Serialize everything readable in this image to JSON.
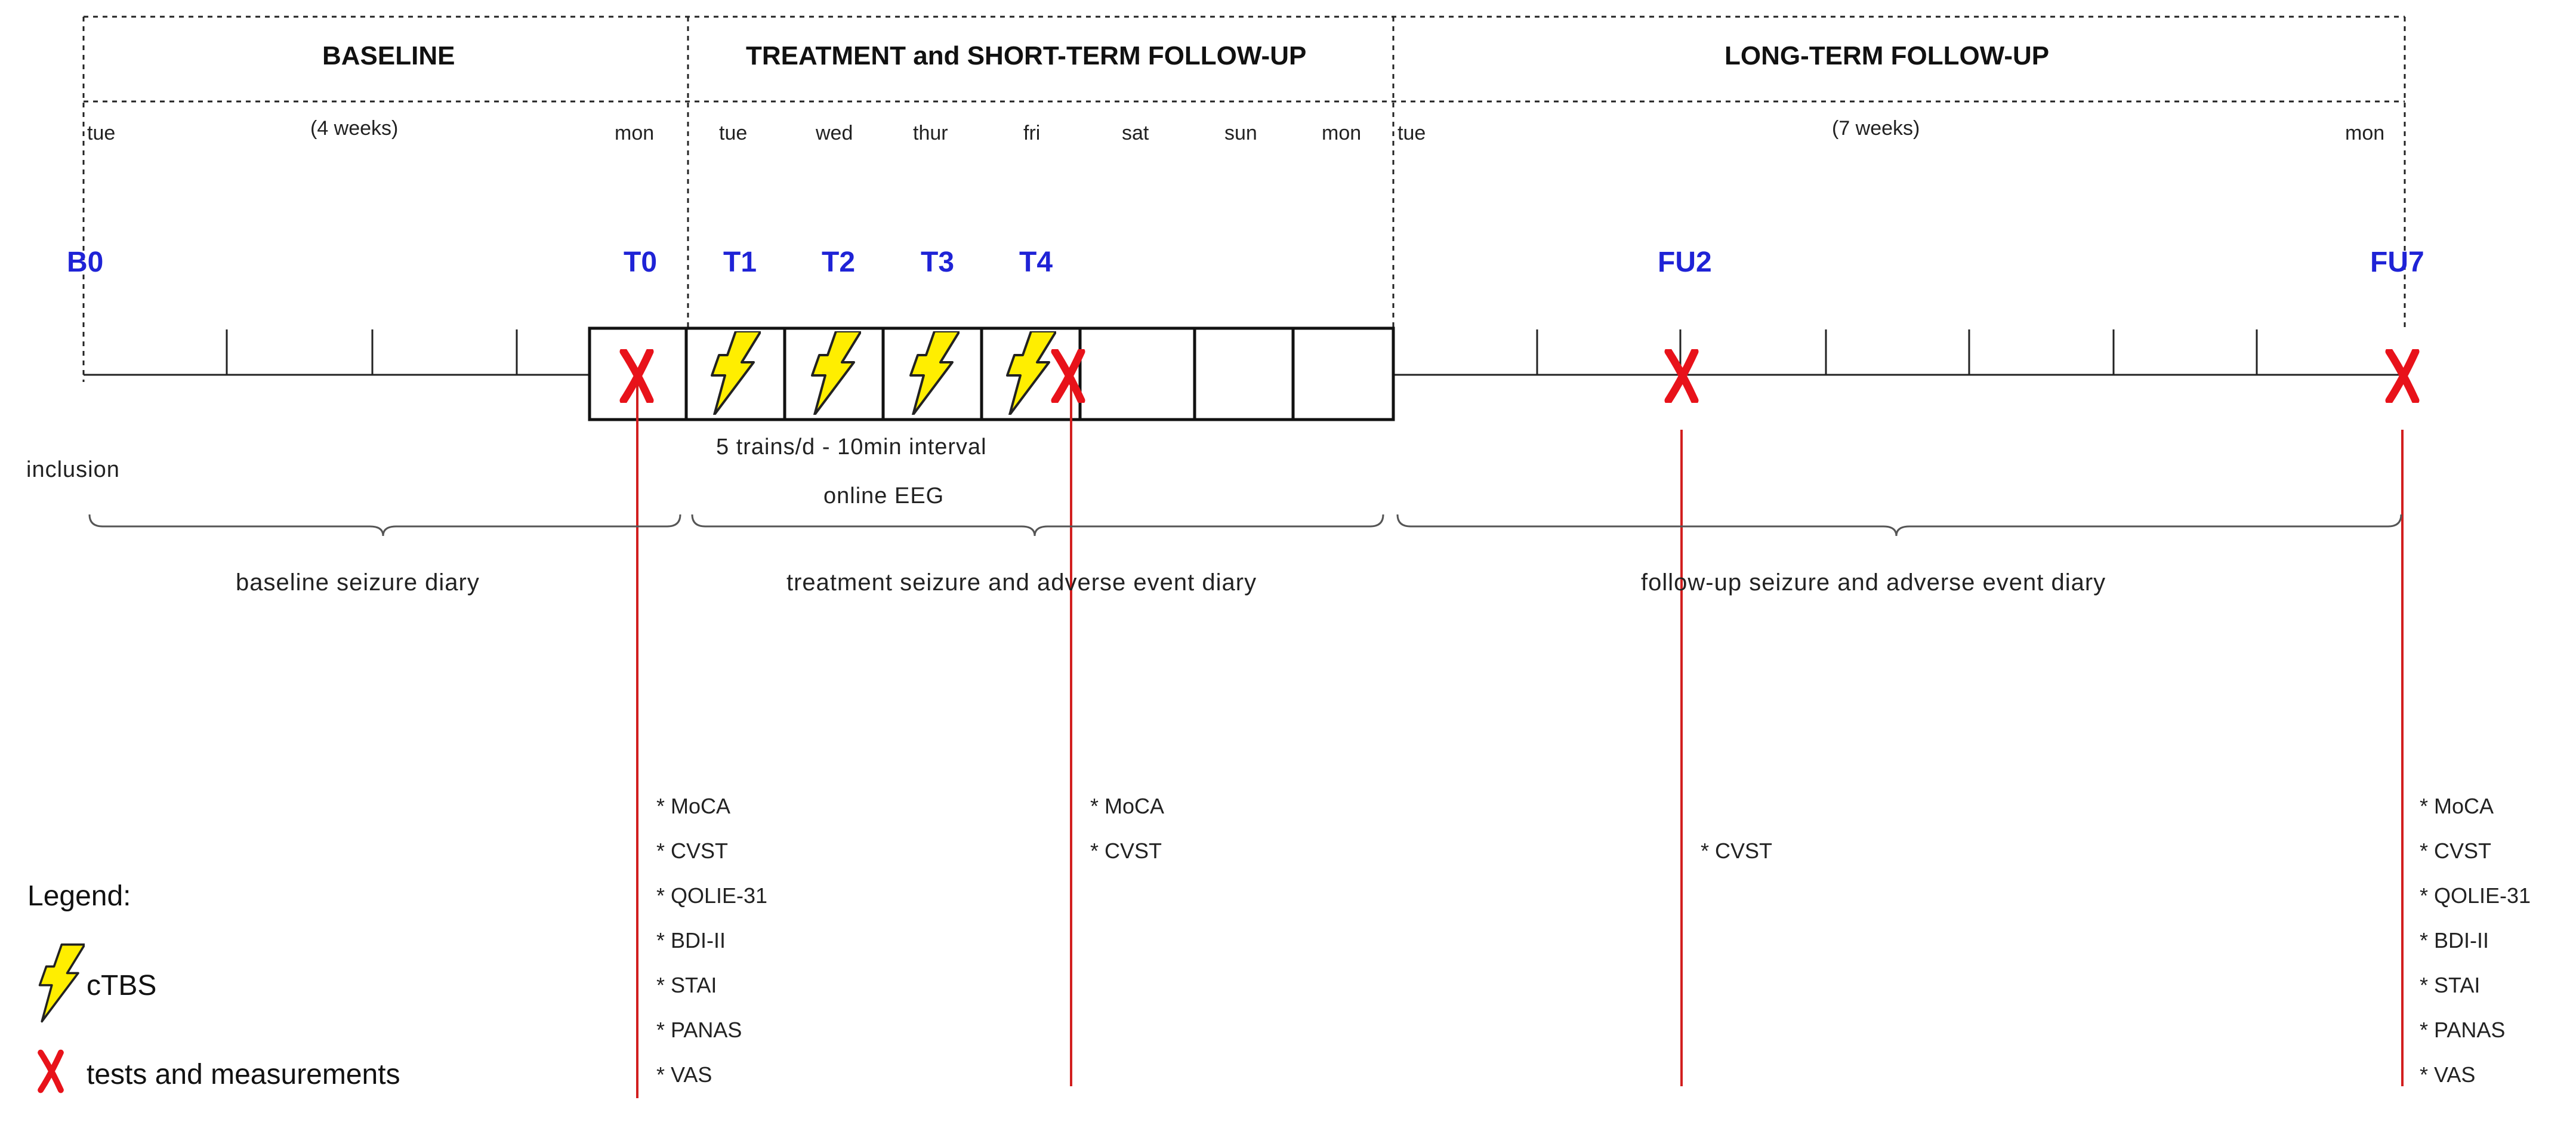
{
  "phases": [
    {
      "name": "baseline",
      "label": "BASELINE",
      "duration": "(4 weeks)"
    },
    {
      "name": "treatment",
      "label": "TREATMENT and SHORT-TERM FOLLOW-UP"
    },
    {
      "name": "long-term",
      "label": "LONG-TERM FOLLOW-UP",
      "duration": "(7 weeks)"
    }
  ],
  "days": {
    "baseline_start": "tue",
    "baseline_end": "mon",
    "treatment": [
      "tue",
      "wed",
      "thur",
      "fri",
      "sat",
      "sun",
      "mon"
    ],
    "longterm_start": "tue",
    "longterm_end": "mon"
  },
  "timepoints": [
    "B0",
    "T0",
    "T1",
    "T2",
    "T3",
    "T4",
    "FU2",
    "FU7"
  ],
  "notes": {
    "inclusion": "inclusion",
    "protocol": "5 trains/d - 10min interval",
    "eeg": "online EEG"
  },
  "diaries": [
    "baseline seizure diary",
    "treatment seizure and adverse event diary",
    "follow-up seizure and adverse event diary"
  ],
  "measurements": {
    "T0": [
      "* MoCA",
      "* CVST",
      "* QOLIE-31",
      "* BDI-II",
      "* STAI",
      "* PANAS",
      "* VAS"
    ],
    "T4": [
      "* MoCA",
      "* CVST"
    ],
    "FU2": [
      "* CVST"
    ],
    "FU7": [
      "* MoCA",
      "* CVST",
      "* QOLIE-31",
      "* BDI-II",
      "* STAI",
      "* PANAS",
      "* VAS"
    ]
  },
  "legend": {
    "title": "Legend:",
    "bolt_label": "cTBS",
    "cross_label": "tests and measurements"
  },
  "colors": {
    "timepoint": "#1f23d6",
    "cross": "#e8121a",
    "bolt": "#ffee00",
    "red_line": "#d21f1f"
  }
}
